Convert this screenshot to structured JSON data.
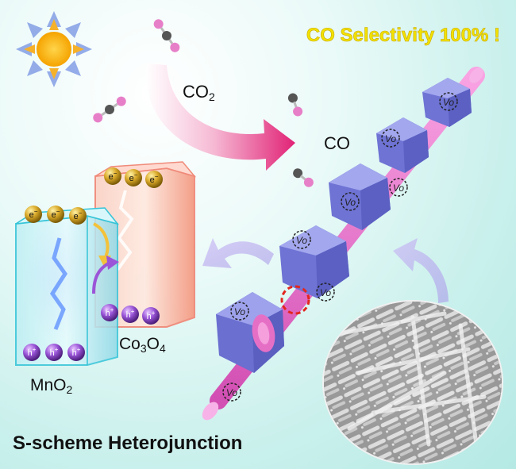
{
  "headline": "CO Selectivity 100% !",
  "footer_title": "S-scheme Heterojunction",
  "labels": {
    "co2": "CO",
    "co2_sub": "2",
    "co": "CO",
    "mno2_main": "MnO",
    "mno2_sub": "2",
    "co3o4_a": "Co",
    "co3o4_b": "3",
    "co3o4_c": "O",
    "co3o4_d": "4"
  },
  "carriers": {
    "electron": "e",
    "electron_sup": "−",
    "hole": "h",
    "hole_sup": "+"
  },
  "vacancy_label": "Vo",
  "colors": {
    "headline": "#f2e200",
    "co3o4": "#f7a58f",
    "mno2": "#9fe3ee",
    "nanorod": "#7b7fd8",
    "axle": "#e873c7",
    "arrow": "#e63a86",
    "interface_marker": "#e2261e"
  }
}
